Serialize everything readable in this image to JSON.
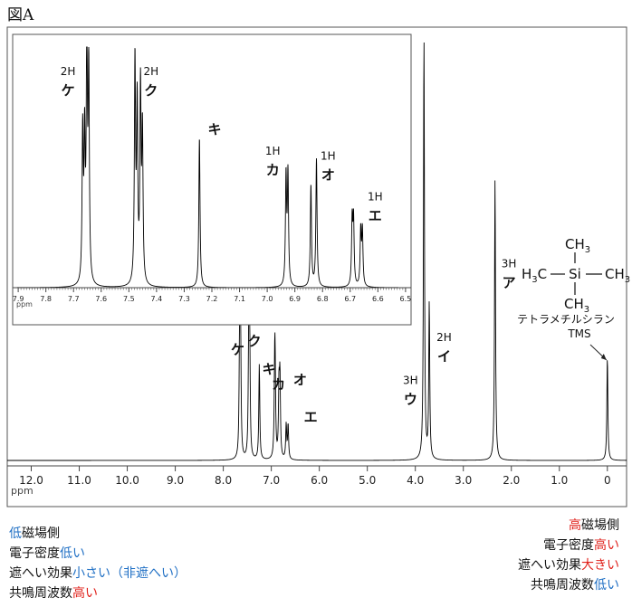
{
  "figure_title": "図A",
  "colors": {
    "low_field": "#1f6fc4",
    "high_field": "#e0211b",
    "spectrum": "#000000"
  },
  "legend_left": [
    {
      "parts": [
        {
          "t": "低",
          "c": "blue"
        },
        {
          "t": "磁場側",
          "c": ""
        }
      ]
    },
    {
      "parts": [
        {
          "t": "電子密度",
          "c": ""
        },
        {
          "t": "低い",
          "c": "blue"
        }
      ]
    },
    {
      "parts": [
        {
          "t": "遮へい効果",
          "c": ""
        },
        {
          "t": "小さい（非遮へい）",
          "c": "blue"
        }
      ]
    },
    {
      "parts": [
        {
          "t": "共鳴周波数",
          "c": ""
        },
        {
          "t": "高い",
          "c": "red"
        }
      ]
    }
  ],
  "legend_right": [
    {
      "parts": [
        {
          "t": "高",
          "c": "red"
        },
        {
          "t": "磁場側",
          "c": ""
        }
      ]
    },
    {
      "parts": [
        {
          "t": "電子密度",
          "c": ""
        },
        {
          "t": "高い",
          "c": "red"
        }
      ]
    },
    {
      "parts": [
        {
          "t": "遮へい効果",
          "c": ""
        },
        {
          "t": "大きい",
          "c": "red"
        }
      ]
    },
    {
      "parts": [
        {
          "t": "共鳴周波数",
          "c": ""
        },
        {
          "t": "低い",
          "c": "blue"
        }
      ]
    }
  ],
  "chart_data": [
    {
      "type": "line",
      "name": "main spectrum",
      "xlabel": "ppm",
      "xlim": [
        12.5,
        -0.4
      ],
      "x_reversed": true,
      "xticks": [
        12.0,
        11.0,
        10.0,
        9.0,
        8.0,
        7.0,
        6.0,
        5.0,
        4.0,
        3.0,
        2.0,
        1.0,
        0
      ],
      "xtick_labels": [
        "12.0",
        "11.0",
        "10.0",
        "9.0",
        "8.0",
        "7.0",
        "6.0",
        "5.0",
        "4.0",
        "3.0",
        "2.0",
        "1.0",
        "0"
      ],
      "peaks": [
        {
          "ppm": 7.66,
          "height": 0.27
        },
        {
          "ppm": 7.64,
          "height": 0.28
        },
        {
          "ppm": 7.47,
          "height": 0.27
        },
        {
          "ppm": 7.45,
          "height": 0.26
        },
        {
          "ppm": 7.25,
          "height": 0.22
        },
        {
          "ppm": 6.93,
          "height": 0.17
        },
        {
          "ppm": 6.92,
          "height": 0.17
        },
        {
          "ppm": 6.84,
          "height": 0.16
        },
        {
          "ppm": 6.82,
          "height": 0.18
        },
        {
          "ppm": 6.69,
          "height": 0.08
        },
        {
          "ppm": 6.65,
          "height": 0.08
        },
        {
          "ppm": 3.82,
          "height": 0.98
        },
        {
          "ppm": 3.71,
          "height": 0.36
        },
        {
          "ppm": 2.34,
          "height": 0.65
        },
        {
          "ppm": 0.0,
          "height": 0.24
        }
      ],
      "annotations": [
        {
          "ppm": 7.7,
          "level": 0.245,
          "n": "",
          "label": "ケ"
        },
        {
          "ppm": 7.35,
          "level": 0.265,
          "n": "",
          "label": "ク"
        },
        {
          "ppm": 7.05,
          "level": 0.2,
          "n": "",
          "label": "キ"
        },
        {
          "ppm": 6.85,
          "level": 0.165,
          "n": "",
          "label": "カ"
        },
        {
          "ppm": 6.4,
          "level": 0.175,
          "n": "",
          "label": "オ"
        },
        {
          "ppm": 6.18,
          "level": 0.09,
          "n": "",
          "label": "エ"
        },
        {
          "ppm": 4.1,
          "level": 0.13,
          "n": "3H",
          "label": "ウ"
        },
        {
          "ppm": 3.4,
          "level": 0.23,
          "n": "2H",
          "label": "イ"
        },
        {
          "ppm": 2.05,
          "level": 0.4,
          "n": "3H",
          "label": "ア"
        }
      ],
      "tms_label": {
        "lines": [
          "テトラメチルシラン",
          "TMS"
        ],
        "ppm": 0.0
      },
      "tms_structure": {
        "center": "Si",
        "top": "CH",
        "left": "H",
        "left2": "C",
        "right": "CH",
        "bottom": "CH",
        "sub": "3"
      }
    },
    {
      "type": "line",
      "name": "expansion inset",
      "xlabel": "ppm",
      "xlim": [
        7.92,
        6.48
      ],
      "x_reversed": true,
      "xticks": [
        7.9,
        7.8,
        7.7,
        7.6,
        7.5,
        7.4,
        7.3,
        7.2,
        7.1,
        7.0,
        6.9,
        6.8,
        6.7,
        6.6,
        6.5
      ],
      "xtick_labels": [
        "7.9",
        "7.8",
        "7.7",
        "7.6",
        "7.5",
        "7.4",
        "7.3",
        "7.2",
        "7.1",
        "7.0",
        "6.9",
        "6.8",
        "6.7",
        "6.6",
        "6.5"
      ],
      "peaks": [
        {
          "ppm": 7.667,
          "height": 0.62
        },
        {
          "ppm": 7.66,
          "height": 0.57
        },
        {
          "ppm": 7.652,
          "height": 0.99
        },
        {
          "ppm": 7.645,
          "height": 0.88
        },
        {
          "ppm": 7.478,
          "height": 0.92
        },
        {
          "ppm": 7.47,
          "height": 0.73
        },
        {
          "ppm": 7.458,
          "height": 0.8
        },
        {
          "ppm": 7.451,
          "height": 0.62
        },
        {
          "ppm": 7.245,
          "height": 0.62
        },
        {
          "ppm": 6.932,
          "height": 0.45
        },
        {
          "ppm": 6.925,
          "height": 0.46
        },
        {
          "ppm": 6.842,
          "height": 0.42
        },
        {
          "ppm": 6.822,
          "height": 0.53
        },
        {
          "ppm": 6.693,
          "height": 0.27
        },
        {
          "ppm": 6.688,
          "height": 0.27
        },
        {
          "ppm": 6.662,
          "height": 0.23
        },
        {
          "ppm": 6.656,
          "height": 0.23
        }
      ],
      "annotations": [
        {
          "ppm": 7.72,
          "level": 0.8,
          "n": "2H",
          "label": "ケ"
        },
        {
          "ppm": 7.42,
          "level": 0.8,
          "n": "2H",
          "label": "ク"
        },
        {
          "ppm": 7.19,
          "level": 0.64,
          "n": "",
          "label": "キ"
        },
        {
          "ppm": 6.98,
          "level": 0.47,
          "n": "1H",
          "label": "カ"
        },
        {
          "ppm": 6.78,
          "level": 0.45,
          "n": "1H",
          "label": "オ"
        },
        {
          "ppm": 6.61,
          "level": 0.28,
          "n": "1H",
          "label": "エ"
        }
      ]
    }
  ]
}
